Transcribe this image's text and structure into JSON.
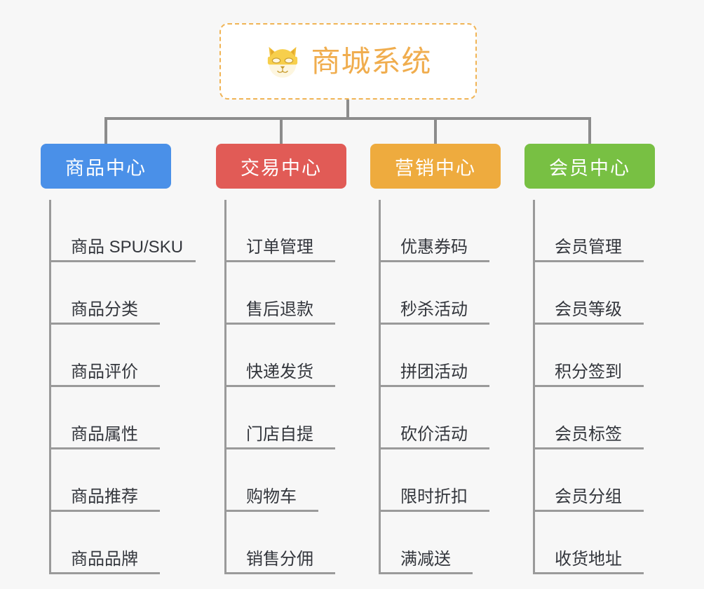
{
  "root": {
    "title": "商城系统",
    "icon": "shiba-dog-face-icon",
    "accent_color": "#f0ad4e",
    "border_color": "#f0b455",
    "background": "#ffffff"
  },
  "canvas": {
    "background": "#f7f7f7",
    "connector_color": "#8c8c8c"
  },
  "columns": [
    {
      "id": "product-center",
      "title": "商品中心",
      "color": "#4a90e8",
      "items": [
        {
          "label": "商品 SPU/SKU",
          "underline_width": 206
        },
        {
          "label": "商品分类",
          "underline_width": 155
        },
        {
          "label": "商品评价",
          "underline_width": 155
        },
        {
          "label": "商品属性",
          "underline_width": 155
        },
        {
          "label": "商品推荐",
          "underline_width": 155
        },
        {
          "label": "商品品牌",
          "underline_width": 155
        }
      ]
    },
    {
      "id": "trade-center",
      "title": "交易中心",
      "color": "#e15b56",
      "items": [
        {
          "label": "订单管理",
          "underline_width": 155
        },
        {
          "label": "售后退款",
          "underline_width": 155
        },
        {
          "label": "快递发货",
          "underline_width": 155
        },
        {
          "label": "门店自提",
          "underline_width": 155
        },
        {
          "label": "购物车",
          "underline_width": 131
        },
        {
          "label": "销售分佣",
          "underline_width": 155
        }
      ]
    },
    {
      "id": "marketing-center",
      "title": "营销中心",
      "color": "#eeab3e",
      "items": [
        {
          "label": "优惠券码",
          "underline_width": 155
        },
        {
          "label": "秒杀活动",
          "underline_width": 155
        },
        {
          "label": "拼团活动",
          "underline_width": 155
        },
        {
          "label": "砍价活动",
          "underline_width": 155
        },
        {
          "label": "限时折扣",
          "underline_width": 155
        },
        {
          "label": "满减送",
          "underline_width": 131
        }
      ]
    },
    {
      "id": "member-center",
      "title": "会员中心",
      "color": "#78c043",
      "items": [
        {
          "label": "会员管理",
          "underline_width": 155
        },
        {
          "label": "会员等级",
          "underline_width": 155
        },
        {
          "label": "积分签到",
          "underline_width": 155
        },
        {
          "label": "会员标签",
          "underline_width": 155
        },
        {
          "label": "会员分组",
          "underline_width": 155
        },
        {
          "label": "收货地址",
          "underline_width": 155
        }
      ]
    }
  ]
}
